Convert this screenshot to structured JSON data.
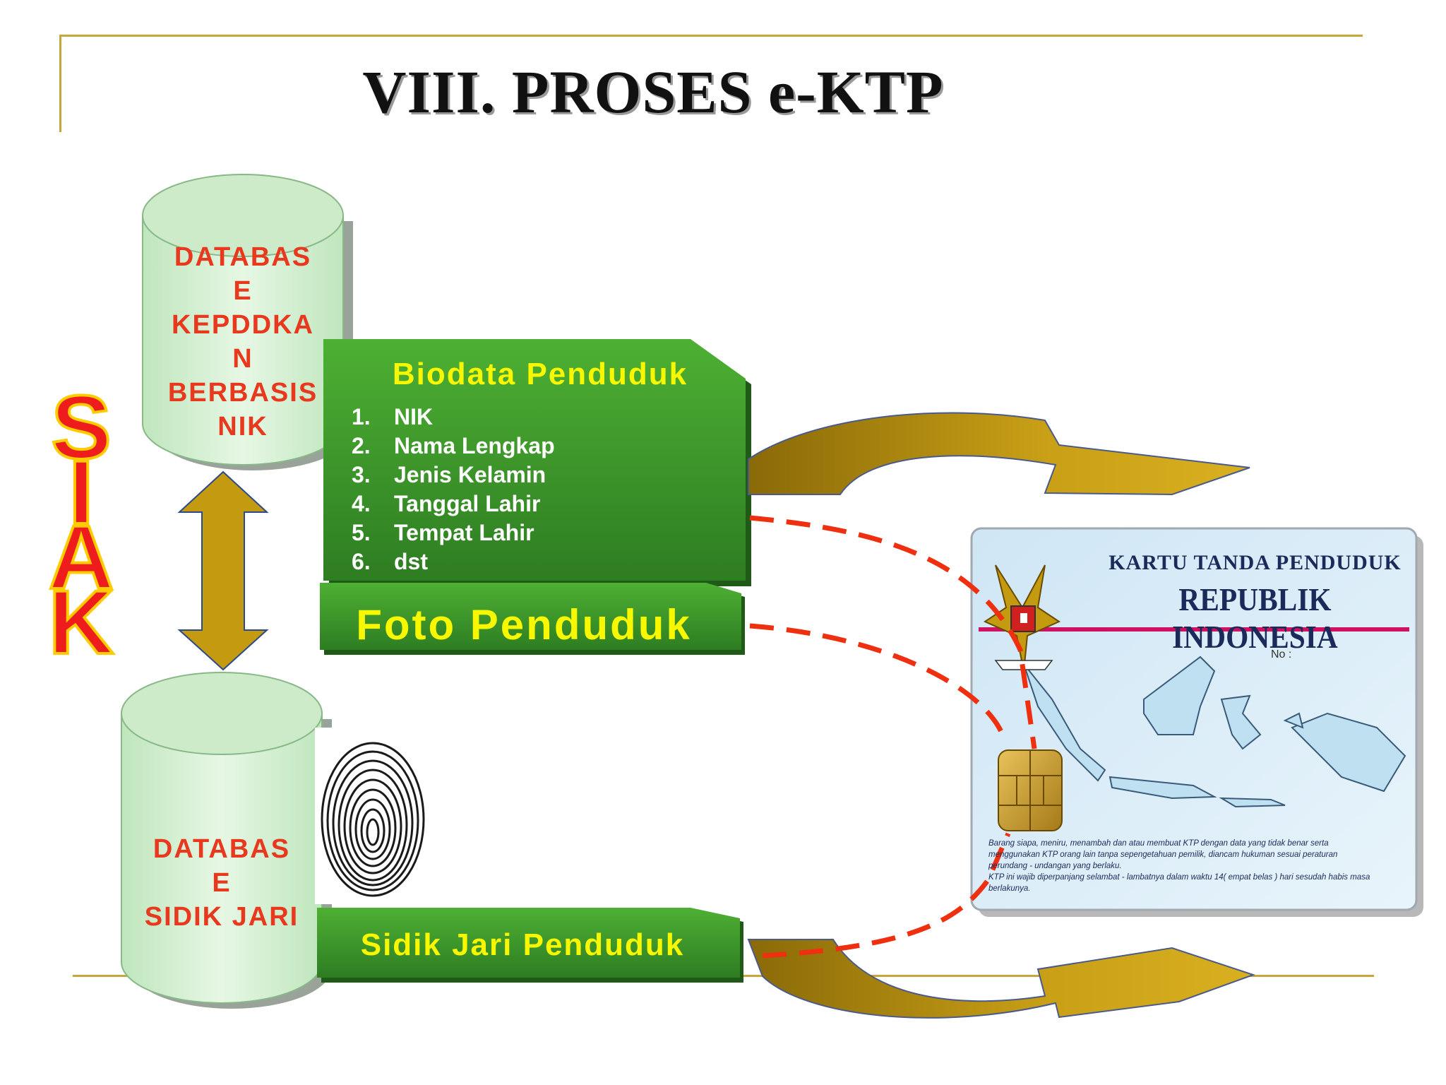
{
  "title": "VIII.  PROSES e-KTP",
  "side_label": [
    "S",
    "I",
    "A",
    "K"
  ],
  "database_top": {
    "lines": [
      "DATABAS",
      "E",
      "KEPDDKA",
      "N",
      "BERBASIS",
      "NIK"
    ]
  },
  "database_bottom": {
    "lines": [
      "DATABAS",
      "E",
      "SIDIK JARI"
    ]
  },
  "biodata": {
    "title": "Biodata Penduduk",
    "items": [
      {
        "num": "1.",
        "label": "NIK"
      },
      {
        "num": "2.",
        "label": "Nama Lengkap"
      },
      {
        "num": "3.",
        "label": "Jenis Kelamin"
      },
      {
        "num": "4.",
        "label": "Tanggal Lahir"
      },
      {
        "num": "5.",
        "label": "Tempat Lahir"
      },
      {
        "num": "6.",
        "label": "dst"
      }
    ]
  },
  "foto": {
    "label": "Foto Penduduk"
  },
  "sidik": {
    "label": "Sidik Jari Penduduk"
  },
  "card": {
    "title_line1": "KARTU TANDA PENDUDUK",
    "title_line2": "REPUBLIK INDONESIA",
    "no_label": "No :",
    "fine_print": [
      "Barang siapa, meniru, menambah dan atau membuat KTP dengan data yang tidak benar serta",
      "menggunakan KTP orang lain tanpa sepengetahuan pemilik, diancam hukuman sesuai peraturan",
      "perundang - undangan yang berlaku.",
      "KTP ini wajib diperpanjang selambat - lambatnya dalam waktu 14( empat belas ) hari sesudah habis masa",
      "berlakunya."
    ]
  },
  "colors": {
    "rule": "#c8a73a",
    "title_text": "#111111",
    "cylinder_fill": "#d7f1d3",
    "cylinder_text": "#e8381d",
    "green_box": "#3a9a2c",
    "green_box_text": "#f7f700",
    "list_text": "#ffffff",
    "arrow_gold": "#c49a10",
    "dashed_line": "#ee3010",
    "siak_fill": "#ee1c1c",
    "siak_outline": "#ffcc00"
  },
  "icons": [
    "fingerprint-icon",
    "garuda-emblem-icon",
    "chip-icon",
    "indonesia-map-icon"
  ]
}
